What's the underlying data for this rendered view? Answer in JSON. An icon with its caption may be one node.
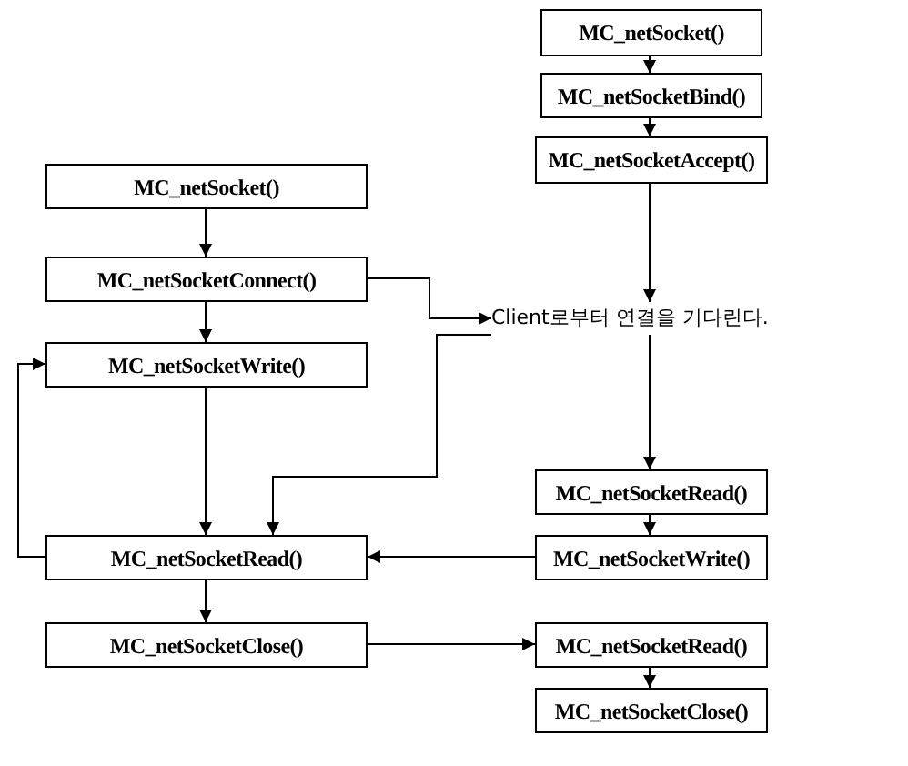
{
  "diagram": {
    "nodes": [
      {
        "text": [
          "MC_netSocket()"
        ]
      },
      {
        "text": [
          "MC_netSocketBind()"
        ]
      },
      {
        "text": [
          "MC_netSocketAccept()"
        ]
      },
      {
        "text": [
          "MC_netSocket()"
        ]
      },
      {
        "text": [
          "MC_netSocketConnect()"
        ]
      },
      {
        "text": [
          "Client로부터 연결을 기다린다."
        ]
      },
      {
        "text": [
          "MC_netSocketWrite()"
        ]
      },
      {
        "text": [
          "MC_netSocketRead()"
        ]
      },
      {
        "text": [
          "MC_netSocketRead()"
        ]
      },
      {
        "text": [
          "MC_netSocketWrite()"
        ]
      },
      {
        "text": [
          "MC_netSocketClose()"
        ]
      },
      {
        "text": [
          "MC_netSocketRead()"
        ]
      },
      {
        "text": [
          "MC_netSocketClose()"
        ]
      }
    ],
    "edges": [
      {
        "from": 0,
        "to": 1,
        "arrow": "to"
      },
      {
        "from": 1,
        "to": 2,
        "arrow": "to"
      },
      {
        "from": 2,
        "to": 5,
        "arrow": "to"
      },
      {
        "from": 5,
        "to": 7,
        "arrow": "to"
      },
      {
        "from": 3,
        "to": 4,
        "arrow": "to"
      },
      {
        "from": 4,
        "to": 6,
        "arrow": "to"
      },
      {
        "from": 4,
        "to": 5,
        "arrow": "to"
      },
      {
        "from": 6,
        "to": 8,
        "arrow": "to"
      },
      {
        "from": 8,
        "to": 6,
        "arrow": "to"
      },
      {
        "from": 5,
        "to": 8,
        "arrow": "to"
      },
      {
        "from": 7,
        "to": 9,
        "arrow": "to"
      },
      {
        "from": 9,
        "to": 8,
        "arrow": "to"
      },
      {
        "from": 8,
        "to": 10,
        "arrow": "to"
      },
      {
        "from": 10,
        "to": 11,
        "arrow": "to"
      },
      {
        "from": 11,
        "to": 12,
        "arrow": "to"
      }
    ]
  }
}
